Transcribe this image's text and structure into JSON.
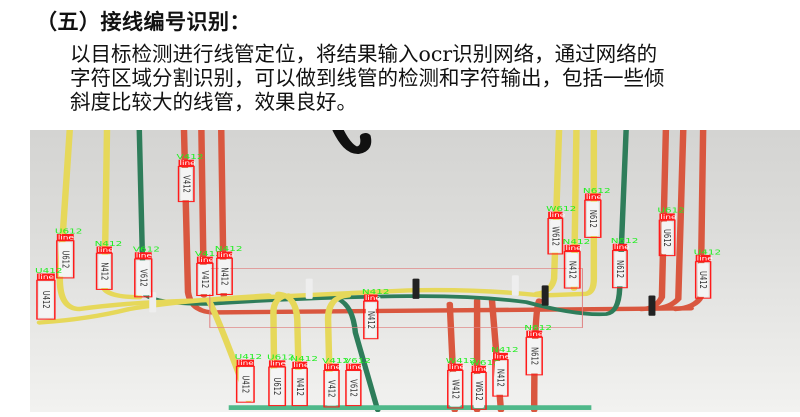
{
  "section_title": "（五）接线编号识别：",
  "paragraph_lines": [
    "以目标检测进行线管定位，将结果输入ocr识别网络，通过网络的",
    "字符区域分割识别，可以做到线管的检测和字符输出，包括一些倾",
    "斜度比较大的线管，效果良好。"
  ],
  "photo": {
    "class_label": "line",
    "detections": [
      "V412",
      "U612",
      "N412",
      "V612",
      "U412",
      "V412",
      "N412",
      "W612",
      "N612",
      "N412",
      "N612",
      "U612",
      "U412",
      "N412",
      "N612",
      "U412",
      "U612",
      "N412",
      "V412",
      "V612",
      "W412",
      "W612",
      "N412"
    ],
    "colors": {
      "box": "#ff1a1a",
      "label_text": "#22ee22",
      "yellow_wire": "#e6d85a",
      "green_wire": "#2e7d5a",
      "red_wire": "#d9573f"
    }
  }
}
